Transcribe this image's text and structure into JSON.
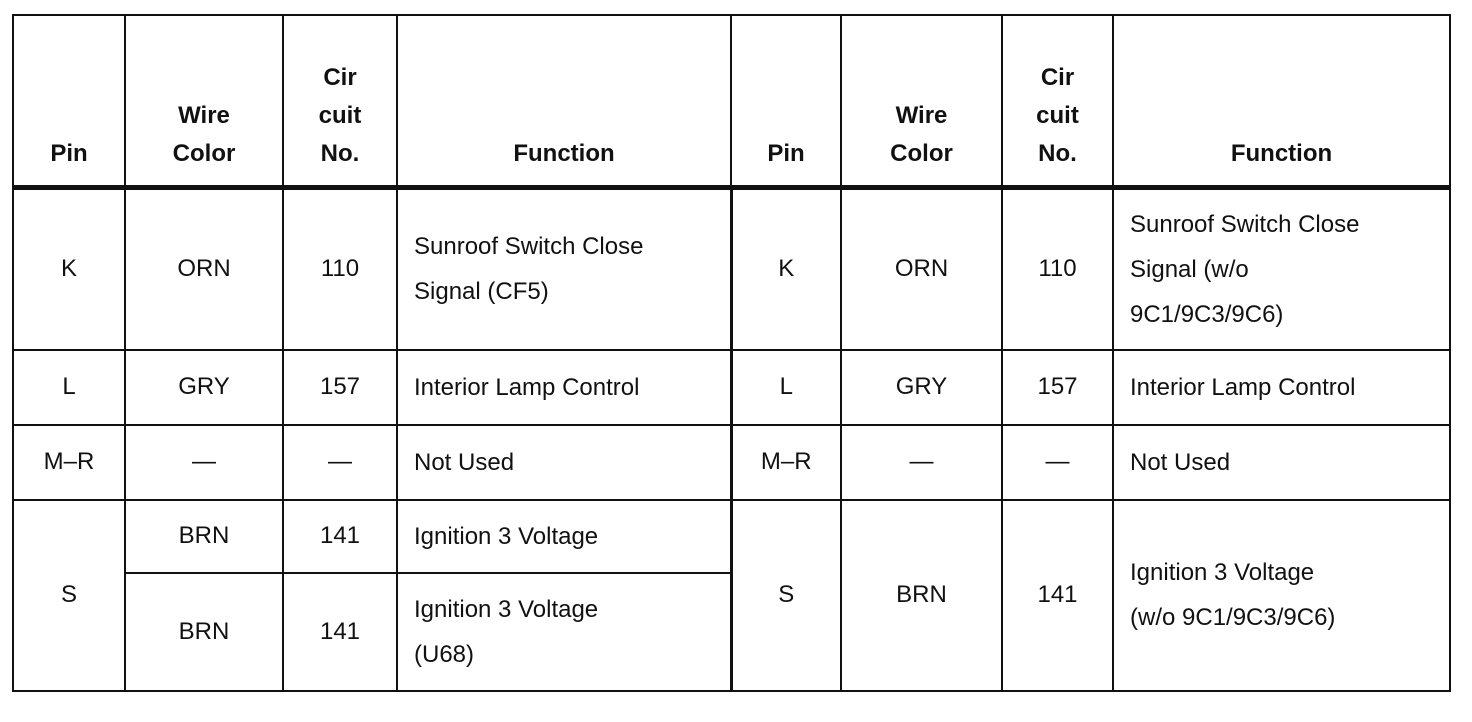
{
  "headers": {
    "pin": "Pin",
    "wire_color_line1": "Wire",
    "wire_color_line2": "Color",
    "circuit_line1": "Cir",
    "circuit_line2": "cuit",
    "circuit_line3": "No.",
    "function": "Function"
  },
  "left": {
    "k": {
      "pin": "K",
      "wire": "ORN",
      "circuit": "110",
      "function_line1": "Sunroof Switch Close",
      "function_line2": "Signal (CF5)"
    },
    "l": {
      "pin": "L",
      "wire": "GRY",
      "circuit": "157",
      "function": "Interior Lamp Control"
    },
    "m": {
      "pin": "M–R",
      "wire": "—",
      "circuit": "—",
      "function": "Not Used"
    },
    "s": {
      "pin": "S",
      "sub1": {
        "wire": "BRN",
        "circuit": "141",
        "function": "Ignition 3 Voltage"
      },
      "sub2": {
        "wire": "BRN",
        "circuit": "141",
        "function_line1": "Ignition 3 Voltage",
        "function_line2": "(U68)"
      }
    }
  },
  "right": {
    "k": {
      "pin": "K",
      "wire": "ORN",
      "circuit": "110",
      "function_line1": "Sunroof Switch Close",
      "function_line2": "Signal (w/o",
      "function_line3": "9C1/9C3/9C6)"
    },
    "l": {
      "pin": "L",
      "wire": "GRY",
      "circuit": "157",
      "function": "Interior Lamp Control"
    },
    "m": {
      "pin": "M–R",
      "wire": "—",
      "circuit": "—",
      "function": "Not Used"
    },
    "s": {
      "pin": "S",
      "wire": "BRN",
      "circuit": "141",
      "function_line1": "Ignition 3 Voltage",
      "function_line2": "(w/o 9C1/9C3/9C6)"
    }
  }
}
